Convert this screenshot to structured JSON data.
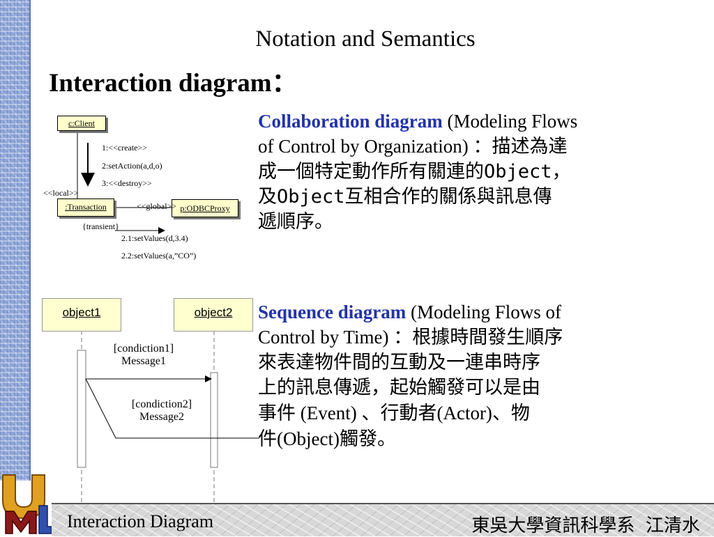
{
  "slide": {
    "title": "Notation and Semantics",
    "subtitle": "Interaction diagram："
  },
  "collab_diagram": {
    "client": "c:Client",
    "transaction": ":Transaction",
    "proxy": "p:ODBCProxy",
    "msg_create": "1:<<create>>",
    "msg_setaction": "2:setAction(a,d,o)",
    "msg_destroy": "3:<<destroy>>",
    "local": "<<local>>",
    "global": "<<global>>",
    "transient": "{transient}",
    "msg_setvalues1": "2.1:setValues(d,3.4)",
    "msg_setvalues2": "2.2:setValues(a,”CO”)"
  },
  "sequence_diagram": {
    "object1": "object1",
    "object2": "object2",
    "cond1": "[condiction1]",
    "message1": "Message1",
    "cond2": "[condiction2]",
    "message2": "Message2"
  },
  "collab_text": {
    "heading": "Collaboration diagram",
    "line1": " (Modeling Flows",
    "line2a": "of Control by Organization) ",
    "line2b": "：描述為達",
    "line3": "成一個特定動作所有關連的Object，",
    "line4": "及Object互相合作的關係與訊息傳",
    "line5": "遞順序。"
  },
  "seq_text": {
    "heading": "Sequence diagram",
    "line1": " (Modeling Flows of",
    "line2a": "Control by Time) ",
    "line2b": "：根據時間發生順序",
    "line3": "來表達物件間的互動及一連串時序",
    "line4": "上的訊息傳遞，起始觸發可以是由",
    "line5a": "事件",
    "line5b": " (Event) ",
    "line5c": "、行動者",
    "line5d": "(Actor)",
    "line5e": "、物",
    "line6a": "件",
    "line6b": "(Object)",
    "line6c": "觸發。"
  },
  "footer": {
    "left": "Interaction Diagram",
    "right": "東吳大學資訊科學系 江清水"
  },
  "colors": {
    "heading_blue": "#2233aa",
    "box_fill": "#ffffcc",
    "stripe": "#8fa6d8"
  }
}
